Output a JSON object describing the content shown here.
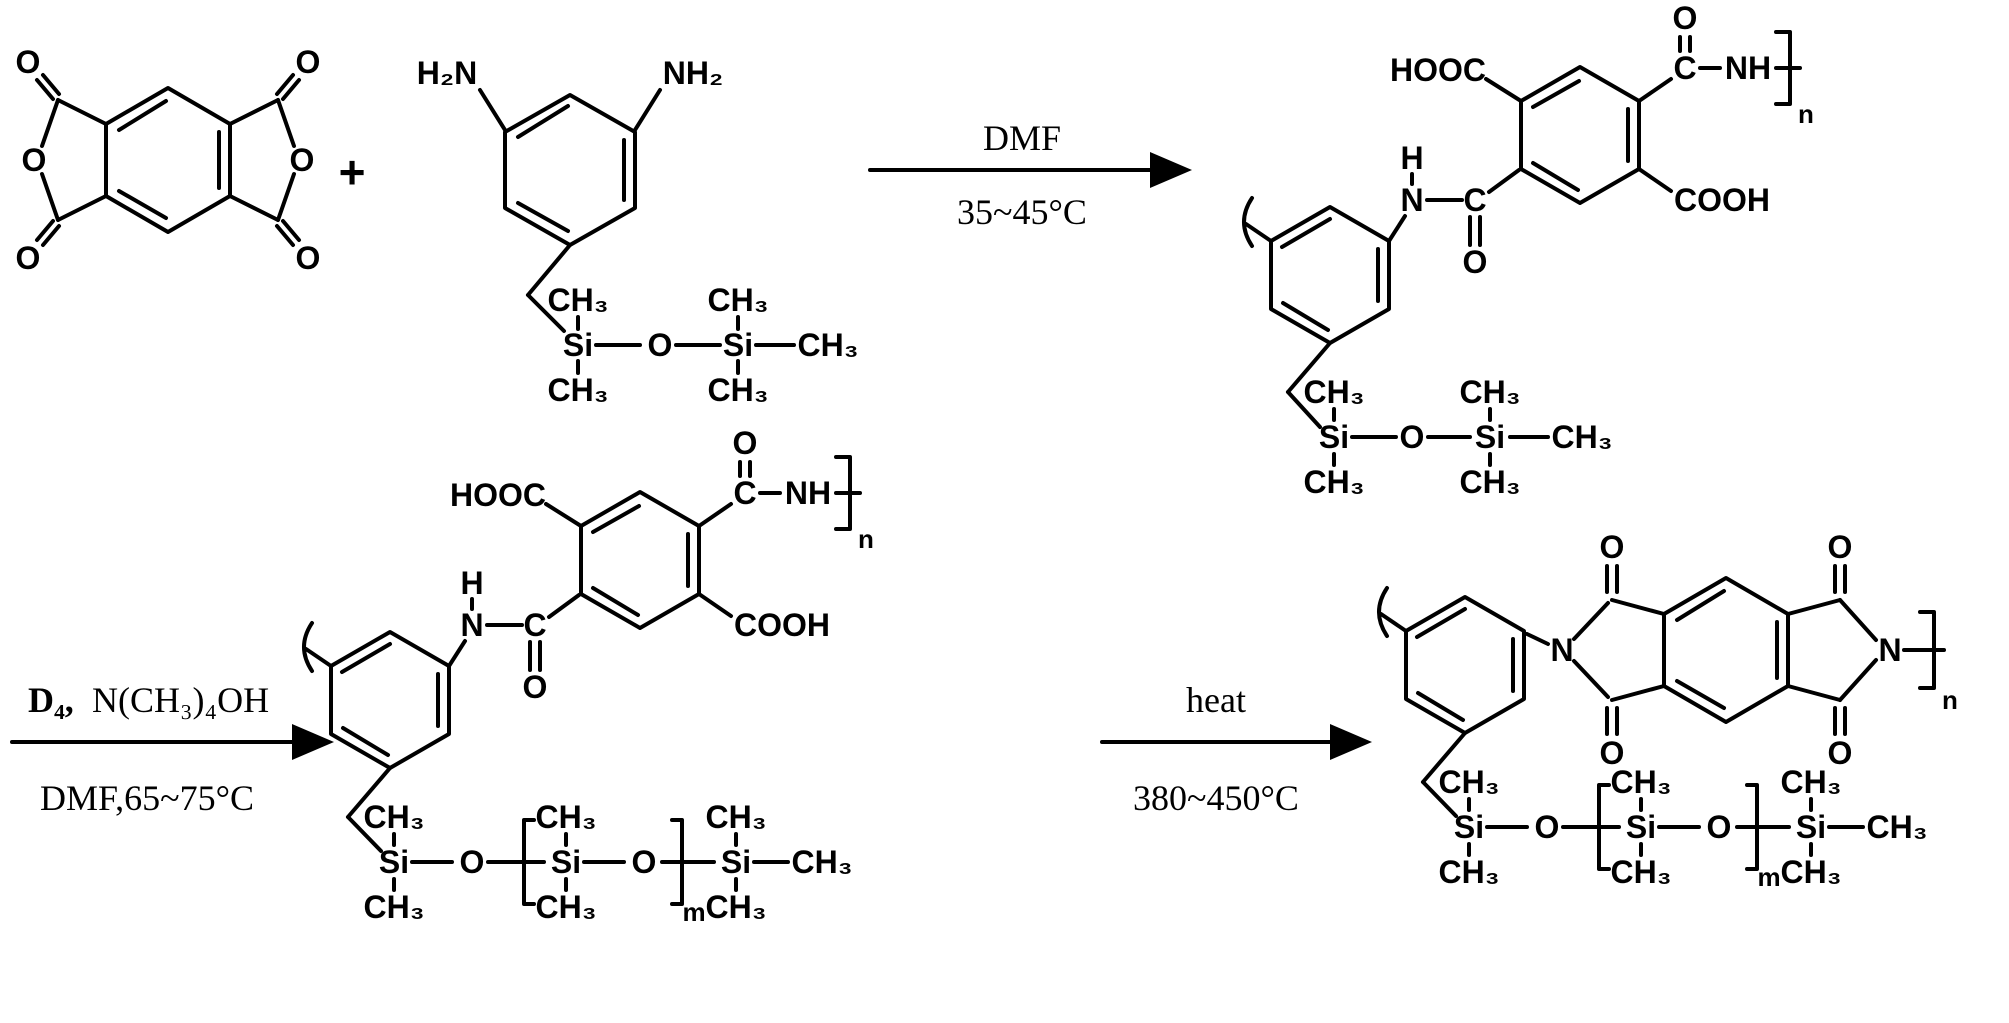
{
  "atoms": {
    "O": "O",
    "C": "C",
    "N": "N",
    "H": "H",
    "NH": "NH",
    "H2N": "H₂N",
    "NH2": "NH₂",
    "CH3": "CH₃",
    "Si": "Si",
    "HOOC": "HOOC",
    "COOH": "COOH",
    "plus": "+",
    "n": "n",
    "m": "m"
  },
  "conditions": {
    "step1": {
      "solvent": "DMF",
      "temp": "35~45°C"
    },
    "step2": {
      "catalyst": "D₄,",
      "base": "N(CH₃)₄OH",
      "solvent_temp": "DMF,65~75°C"
    },
    "step3": {
      "method": "heat",
      "temp": "380~450°C"
    }
  },
  "colors": {
    "ink": "#000000",
    "background": "#ffffff"
  }
}
